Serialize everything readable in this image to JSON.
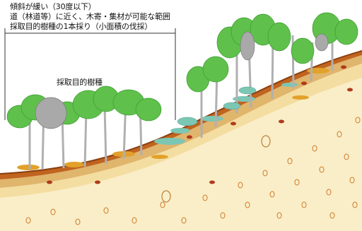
{
  "labels": {
    "slope": "傾斜が緩い（30度以下）",
    "access": "道（林道等）に近く、木寄・集材が可能な範囲",
    "harvest_method": "採取目的樹種の1本採り（小面積の伐採）",
    "target_species": "採取目的樹種"
  },
  "colors": {
    "soil_top": "#c0641f",
    "soil_mid": "#e0b56c",
    "soil_low": "#f4dda0",
    "soil_deep": "#f9eec8",
    "stone_red": "#b03a1c",
    "canopy_green": "#5fc14b",
    "target_tree_canopy": "#a9a9a9",
    "understory_teal": "#7cc6b4",
    "shrub_orange": "#e2a12a"
  }
}
